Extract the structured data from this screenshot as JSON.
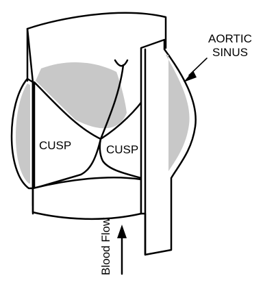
{
  "labels": {
    "aortic_sinus_line1": "AORTIC",
    "aortic_sinus_line2": "SINUS",
    "cusp_left": "CUSP",
    "cusp_right": "CUSP",
    "blood_flow": "Blood Flow"
  },
  "colors": {
    "line": "#000000",
    "shade": "#c8c8c8",
    "background": "#ffffff"
  }
}
